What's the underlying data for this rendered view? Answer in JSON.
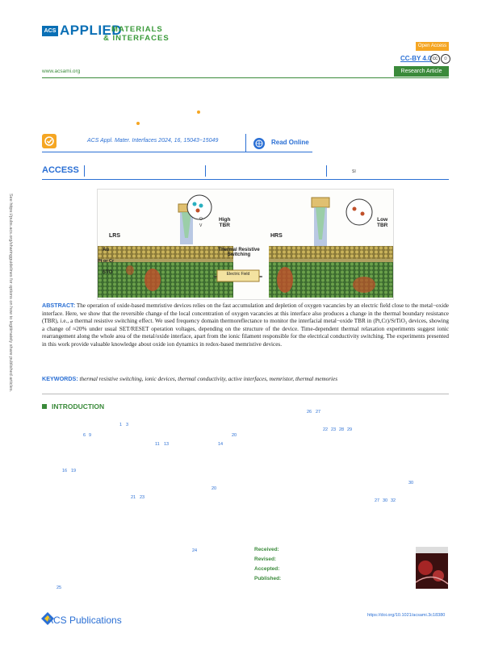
{
  "journal": {
    "logo_acs": "ACS",
    "logo_applied": "APPLIED",
    "logo_materials": "MATERIALS",
    "logo_interfaces": "& INTERFACES",
    "website": "www.acsami.org",
    "open_access": "Open Access",
    "license": "CC-BY 4.0",
    "article_type": "Research Article"
  },
  "cite": {
    "citation": "ACS Appl. Mater. Interfaces 2024, 16, 15043−15049",
    "read_online": "Read Online"
  },
  "access": {
    "label": "ACCESS",
    "si": "SI"
  },
  "side_note": "See https://pubs.acs.org/sharingguidelines for options on how to legitimately share published articles.",
  "toc": {
    "lrs": "LRS",
    "hrs": "HRS",
    "au": "Au",
    "pt_cr": "Pt or Cr",
    "sto": "STO",
    "high_tbr_1": "High",
    "high_tbr_2": "TBR",
    "low_tbr_1": "Low",
    "low_tbr_2": "TBR",
    "legend_o": "O",
    "legend_v": "V",
    "switching_1": "Thermal Resistive",
    "switching_2": "Switching",
    "electric_field": "Electric Field"
  },
  "abstract": {
    "heading": "ABSTRACT:",
    "text": "The operation of oxide-based memristive devices relies on the fast accumulation and depletion of oxygen vacancies by an electric field close to the metal−oxide interface. Here, we show that the reversible change of the local concentration of oxygen vacancies at this interface also produces a change in the thermal boundary resistance (TBR), i.e., a thermal resistive switching effect. We used frequency domain thermoreflectance to monitor the interfacial metal−oxide TBR in (Pt,Cr)/SrTiO₃ devices, showing a change of ≈20% under usual SET/RESET operation voltages, depending on the structure of the device. Time-dependent thermal relaxation experiments suggest ionic rearrangement along the whole area of the metal/oxide interface, apart from the ionic filament responsible for the electrical conductivity switching. The experiments presented in this work provide valuable knowledge about oxide ion dynamics in redox-based memristive devices."
  },
  "keywords": {
    "heading": "KEYWORDS:",
    "text": "thermal resistive switching, ionic devices, thermal conductivity, active interfaces, memristor, thermal memories"
  },
  "introduction": {
    "title": "INTRODUCTION",
    "refs_left": [
      "1",
      "3",
      "6",
      "9",
      "20",
      "11",
      "13",
      "14",
      "16",
      "19",
      "20",
      "21",
      "23",
      "24",
      "25"
    ],
    "refs_right": [
      "26",
      "27",
      "22",
      "23",
      "28",
      "29",
      "30",
      "27",
      "30",
      "32"
    ]
  },
  "dates": {
    "received": "Received:",
    "revised": "Revised:",
    "accepted": "Accepted:",
    "published": "Published:"
  },
  "footer": {
    "publisher": "ACS Publications",
    "doi": "https://doi.org/10.1021/acsami.3c18380"
  },
  "colors": {
    "acs_blue": "#0a6fb5",
    "link_blue": "#2a6fd4",
    "green": "#3a8a3a",
    "orange": "#f5a623"
  }
}
